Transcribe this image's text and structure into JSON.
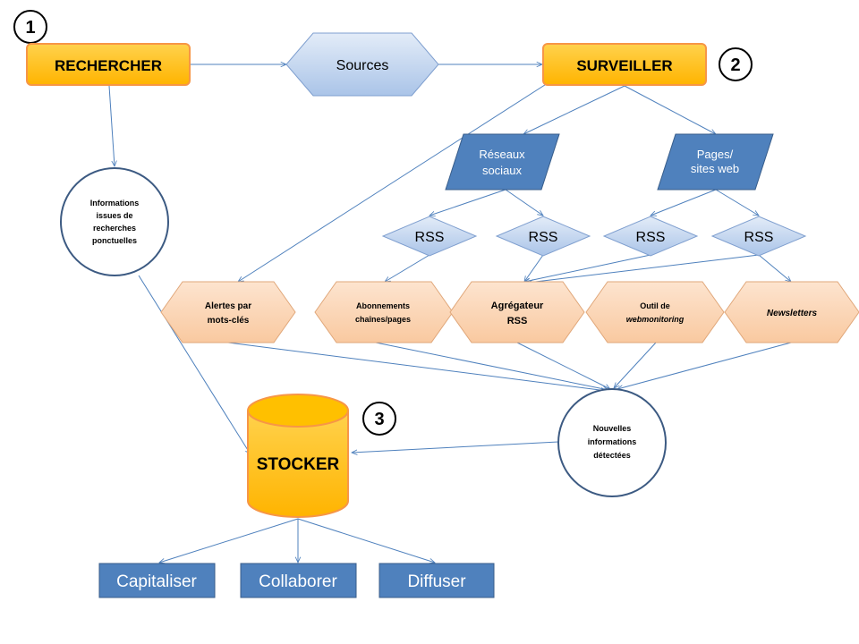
{
  "steps": {
    "rechercher": "RECHERCHER",
    "surveiller": "SURVEILLER",
    "stocker": "STOCKER",
    "badge1": "1",
    "badge2": "2",
    "badge3": "3"
  },
  "nodes": {
    "sources": "Sources",
    "informations": [
      "Informations",
      "issues de",
      "recherches",
      "ponctuelles"
    ],
    "reseaux": [
      "Réseaux",
      "sociaux"
    ],
    "pages": [
      "Pages/",
      "sites web"
    ],
    "rss": [
      "RSS",
      "RSS",
      "RSS",
      "RSS"
    ],
    "alertes": [
      "Alertes par",
      "mots-clés"
    ],
    "abonnements": [
      "Abonnements",
      "chaînes/pages"
    ],
    "agregateur": [
      "Agrégateur",
      "RSS"
    ],
    "outil": [
      "Outil de",
      "webmonitoring"
    ],
    "newsletters": "Newsletters",
    "nouvelles": [
      "Nouvelles",
      "informations",
      "détectées"
    ]
  },
  "actions": {
    "capitaliser": "Capitaliser",
    "collaborer": "Collaborer",
    "diffuser": "Diffuser"
  },
  "colors": {
    "orange": "#ffc000",
    "orange_border": "#f79646",
    "blue_dark": "#4f81bd",
    "blue_light": "#c6d9f1",
    "peach": "#fbd5b5",
    "edge": "#4f81bd"
  }
}
